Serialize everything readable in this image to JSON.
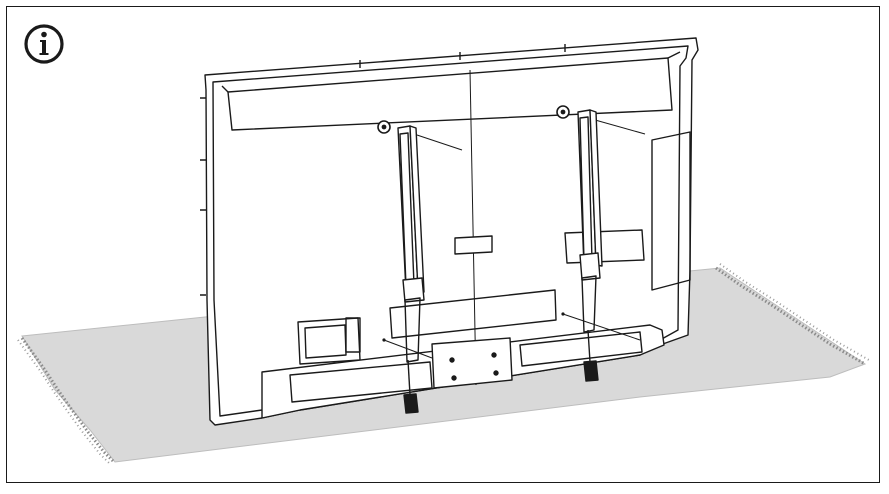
{
  "figure": {
    "info_icon": "info-circle-icon",
    "colors": {
      "line": "#1a1a1a",
      "cloth": "#d9d9d9",
      "panel": "#ffffff"
    },
    "parts": [
      "tv-back-panel",
      "floor-cloth",
      "left-mount-bracket",
      "right-mount-bracket",
      "vesa-plate",
      "mount-screws",
      "cable-ties"
    ]
  }
}
